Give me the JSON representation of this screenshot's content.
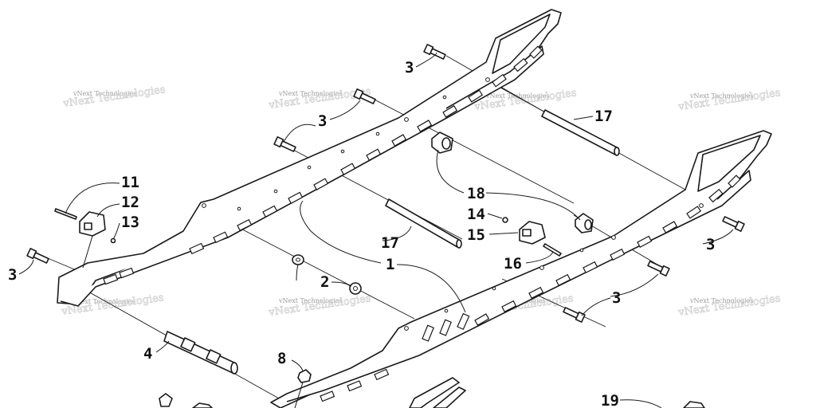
{
  "watermark": {
    "text": "vNext Technologies"
  },
  "callouts": [
    {
      "id": "c-3a",
      "label": "3"
    },
    {
      "id": "c-3b",
      "label": "3"
    },
    {
      "id": "c-3c",
      "label": "3"
    },
    {
      "id": "c-3d",
      "label": "3"
    },
    {
      "id": "c-3e",
      "label": "3"
    },
    {
      "id": "c-11",
      "label": "11"
    },
    {
      "id": "c-12",
      "label": "12"
    },
    {
      "id": "c-13",
      "label": "13"
    },
    {
      "id": "c-17a",
      "label": "17"
    },
    {
      "id": "c-17b",
      "label": "17"
    },
    {
      "id": "c-18",
      "label": "18"
    },
    {
      "id": "c-14",
      "label": "14"
    },
    {
      "id": "c-15",
      "label": "15"
    },
    {
      "id": "c-16",
      "label": "16"
    },
    {
      "id": "c-1",
      "label": "1"
    },
    {
      "id": "c-2",
      "label": "2"
    },
    {
      "id": "c-4",
      "label": "4"
    },
    {
      "id": "c-8",
      "label": "8"
    },
    {
      "id": "c-19",
      "label": "19"
    }
  ]
}
